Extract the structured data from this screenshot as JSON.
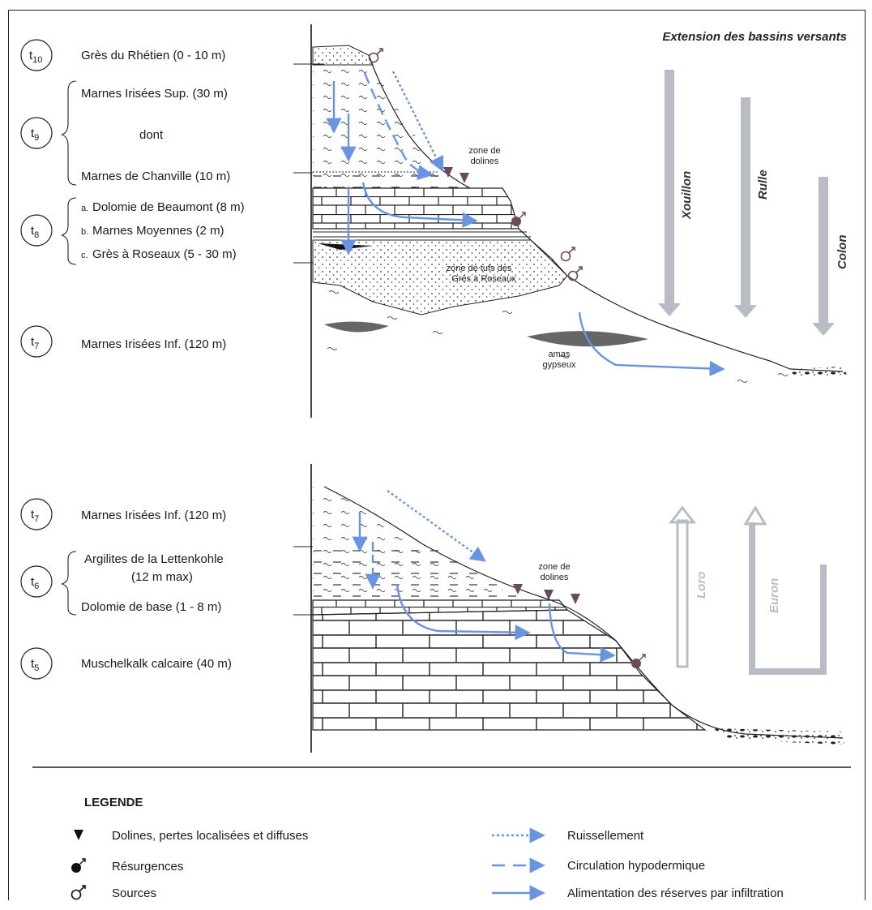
{
  "title": "Extension des bassins versants",
  "top_section": {
    "stages": [
      {
        "id": "t10",
        "base": "t",
        "sub": "10"
      },
      {
        "id": "t9",
        "base": "t",
        "sub": "9"
      },
      {
        "id": "t8",
        "base": "t",
        "sub": "8"
      },
      {
        "id": "t7",
        "base": "t",
        "sub": "7"
      }
    ],
    "layers": {
      "gres_rhetien": "Grès du Rhétien (0 - 10 m)",
      "marnes_irisees_sup": "Marnes Irisées Sup. (30 m)",
      "dont": "dont",
      "marnes_chanville": "Marnes de Chanville (10 m)",
      "dolomie_beaumont_prefix": "a.",
      "dolomie_beaumont": "Dolomie de Beaumont (8 m)",
      "marnes_moyennes_prefix": "b.",
      "marnes_moyennes": "Marnes Moyennes (2 m)",
      "gres_roseaux_prefix": "c.",
      "gres_roseaux": "Grès à Roseaux (5 - 30 m)",
      "marnes_irisees_inf": "Marnes Irisées Inf. (120 m)"
    },
    "annotations": {
      "zone_dolines_1": "zone de",
      "zone_dolines_2": "dolines",
      "tufs_1": "zone de tufs des",
      "tufs_2": "Grès à Roseaux",
      "amas_1": "amas",
      "amas_2": "gypseux"
    },
    "basins": [
      "Xouillon",
      "Rulle",
      "Colon"
    ]
  },
  "bottom_section": {
    "stages": [
      {
        "id": "t7",
        "base": "t",
        "sub": "7"
      },
      {
        "id": "t6",
        "base": "t",
        "sub": "6"
      },
      {
        "id": "t5",
        "base": "t",
        "sub": "5"
      }
    ],
    "layers": {
      "marnes_irisees_inf": "Marnes Irisées Inf. (120 m)",
      "argilites_1": "Argilites de la Lettenkohle",
      "argilites_2": "(12 m max)",
      "dolomie_base": "Dolomie de base (1 - 8 m)",
      "muschelkalk": "Muschelkalk calcaire (40 m)"
    },
    "annotations": {
      "zone_dolines_1": "zone de",
      "zone_dolines_2": "dolines"
    },
    "basins": [
      "Loro",
      "Euron"
    ]
  },
  "legend": {
    "title": "LEGENDE",
    "left": [
      {
        "icon": "doline-triangle-icon",
        "label": "Dolines, pertes localisées et diffuses"
      },
      {
        "icon": "resurgence-icon",
        "label": "Résurgences"
      },
      {
        "icon": "source-icon",
        "label": "Sources"
      }
    ],
    "right": [
      {
        "icon": "dotted-arrow-icon",
        "label": "Ruissellement"
      },
      {
        "icon": "dashed-arrow-icon",
        "label": "Circulation hypodermique"
      },
      {
        "icon": "solid-arrow-icon",
        "label": "Alimentation des réserves par infiltration"
      }
    ]
  },
  "colors": {
    "flow_blue": "#6a93e0",
    "basin_gray": "#b9bcc4",
    "symbol_purple": "#6b4a5c",
    "ink": "#1a1a1a"
  }
}
